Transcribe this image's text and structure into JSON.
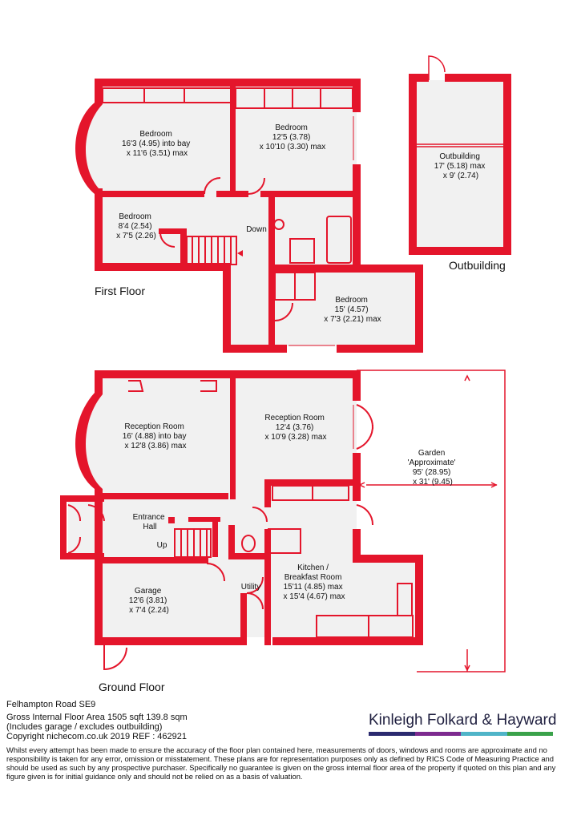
{
  "colors": {
    "wall": "#e4152b",
    "floor": "#f1f1f1",
    "fixture": "#e4152b",
    "text": "#111111",
    "brand_text": "#1f1f3f",
    "brand_bars": [
      "#2b2a6f",
      "#7d2a8f",
      "#4fb4c8",
      "#3aa24a"
    ]
  },
  "floors": {
    "first": "First Floor",
    "ground": "Ground Floor",
    "outbuilding": "Outbuilding"
  },
  "rooms": {
    "ff_bedroom1": {
      "name": "Bedroom",
      "dims": [
        "16'3 (4.95) into bay",
        "x 11'6 (3.51) max"
      ]
    },
    "ff_bedroom2": {
      "name": "Bedroom",
      "dims": [
        "12'5 (3.78)",
        "x 10'10 (3.30) max"
      ]
    },
    "ff_bedroom3": {
      "name": "Bedroom",
      "dims": [
        "8'4 (2.54)",
        "x 7'5 (2.26)"
      ]
    },
    "ff_bedroom4": {
      "name": "Bedroom",
      "dims": [
        "15' (4.57)",
        "x 7'3 (2.21) max"
      ]
    },
    "outbuilding": {
      "name": "Outbuilding",
      "dims": [
        "17' (5.18) max",
        "x 9' (2.74)"
      ]
    },
    "gf_reception1": {
      "name": "Reception Room",
      "dims": [
        "16' (4.88) into bay",
        "x 12'8 (3.86) max"
      ]
    },
    "gf_reception2": {
      "name": "Reception Room",
      "dims": [
        "12'4 (3.76)",
        "x 10'9 (3.28) max"
      ]
    },
    "entrance": {
      "name": "Entrance",
      "dims": [
        "Hall"
      ]
    },
    "garage": {
      "name": "Garage",
      "dims": [
        "12'6 (3.81)",
        "x 7'4 (2.24)"
      ]
    },
    "utility": {
      "name": "Utility",
      "dims": []
    },
    "kitchen": {
      "name": "Kitchen /",
      "dims": [
        "Breakfast Room",
        "15'11 (4.85) max",
        "x 15'4 (4.67) max"
      ]
    },
    "garden": {
      "name": "Garden",
      "dims": [
        "'Approximate'",
        "95' (28.95)",
        "x 31' (9.45)"
      ]
    }
  },
  "stair_labels": {
    "down": "Down",
    "up": "Up"
  },
  "footer": {
    "address": "Felhampton Road SE9",
    "area_line1": "Gross Internal Floor Area 1505 sqft 139.8 sqm",
    "area_line2": "(Includes garage / excludes outbuilding)",
    "copyright": "Copyright nichecom.co.uk 2019 REF : 462921",
    "disclaimer": "Whilst every attempt has been made to ensure the accuracy of the floor plan contained here, measurements of doors, windows and rooms are approximate and no responsibility is taken for any error, omission or misstatement.  These plans are for representation purposes only as defined by RICS Code of Measuring Practice and should be used as such by any prospective purchaser.  Specifically no guarantee is given on the gross internal floor area of the property if quoted on this plan and any figure given is for initial guidance only and should not be relied on as a basis of valuation.",
    "brand": "Kinleigh Folkard & Hayward"
  }
}
